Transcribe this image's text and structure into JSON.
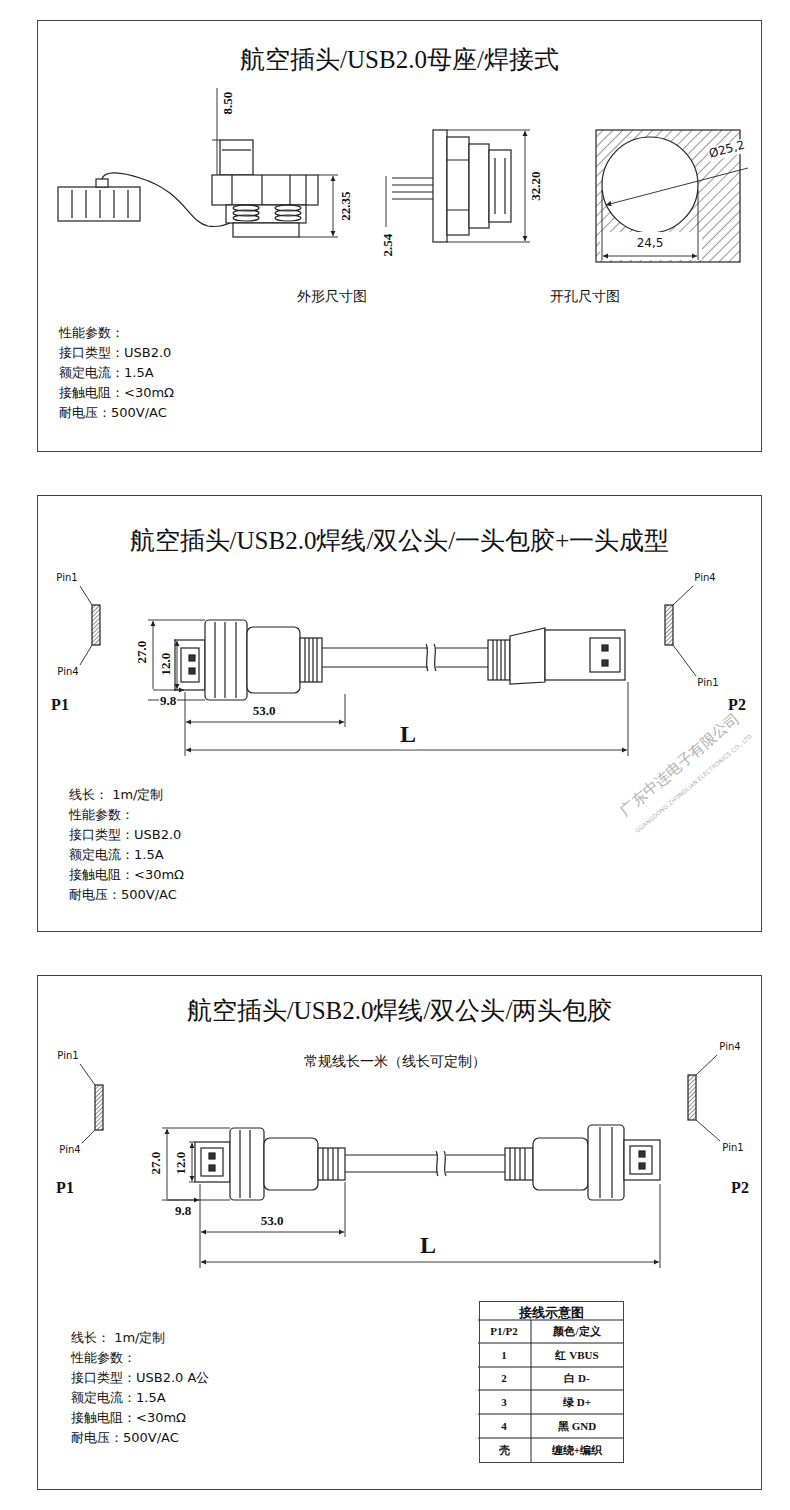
{
  "diagram": {
    "nodes": [
      {
        "text": [
          "航空插头/USB2.0母座/焊接式"
        ]
      },
      {
        "text": [
          "航空插头/USB2.0焊线/双公头/一头包胶+一头成型"
        ]
      },
      {
        "text": [
          "航空插头/USB2.0焊线/双公头/两头包胶"
        ]
      },
      {
        "text": [
          "接线示意图"
        ],
        "in": 2
      }
    ],
    "labels": [
      "8.50",
      "22.35",
      "2.54",
      "32.20",
      "Ø25,2",
      "24,5",
      "外形尺寸图",
      "开孔尺寸图",
      "性能参数：",
      "接口类型：USB2.0",
      "额定电流：1.5A",
      "接触电阻：<30mΩ",
      "耐电压：500V/AC",
      "Pin1",
      "Pin4",
      "P1",
      "27.0",
      "12.0",
      "9.8",
      "53.0",
      "L",
      "Pin4",
      "Pin1",
      "P2",
      "广东中连电子有限公司",
      "GUANGDONG ZHONGLIAN ELECTRONICS CO., LTD",
      "线长： 1m/定制",
      "性能参数：",
      "接口类型：USB2.0",
      "额定电流：1.5A",
      "接触电阻：<30mΩ",
      "耐电压：500V/AC",
      "常规线长一米（线长可定制）",
      "Pin1",
      "Pin4",
      "P1",
      "27.0",
      "12.0",
      "9.8",
      "53.0",
      "L",
      "Pin4",
      "Pin1",
      "P2",
      "线长： 1m/定制",
      "性能参数：",
      "接口类型：USB2.0 A公",
      "额定电流：1.5A",
      "接触电阻：<30mΩ",
      "耐电压：500V/AC",
      "P1/P2",
      "颜色/定义",
      "1",
      "红 VBUS",
      "2",
      "白 D-",
      "3",
      "绿 D+",
      "4",
      "黑 GND",
      "壳",
      "缠绕+编织"
    ]
  }
}
